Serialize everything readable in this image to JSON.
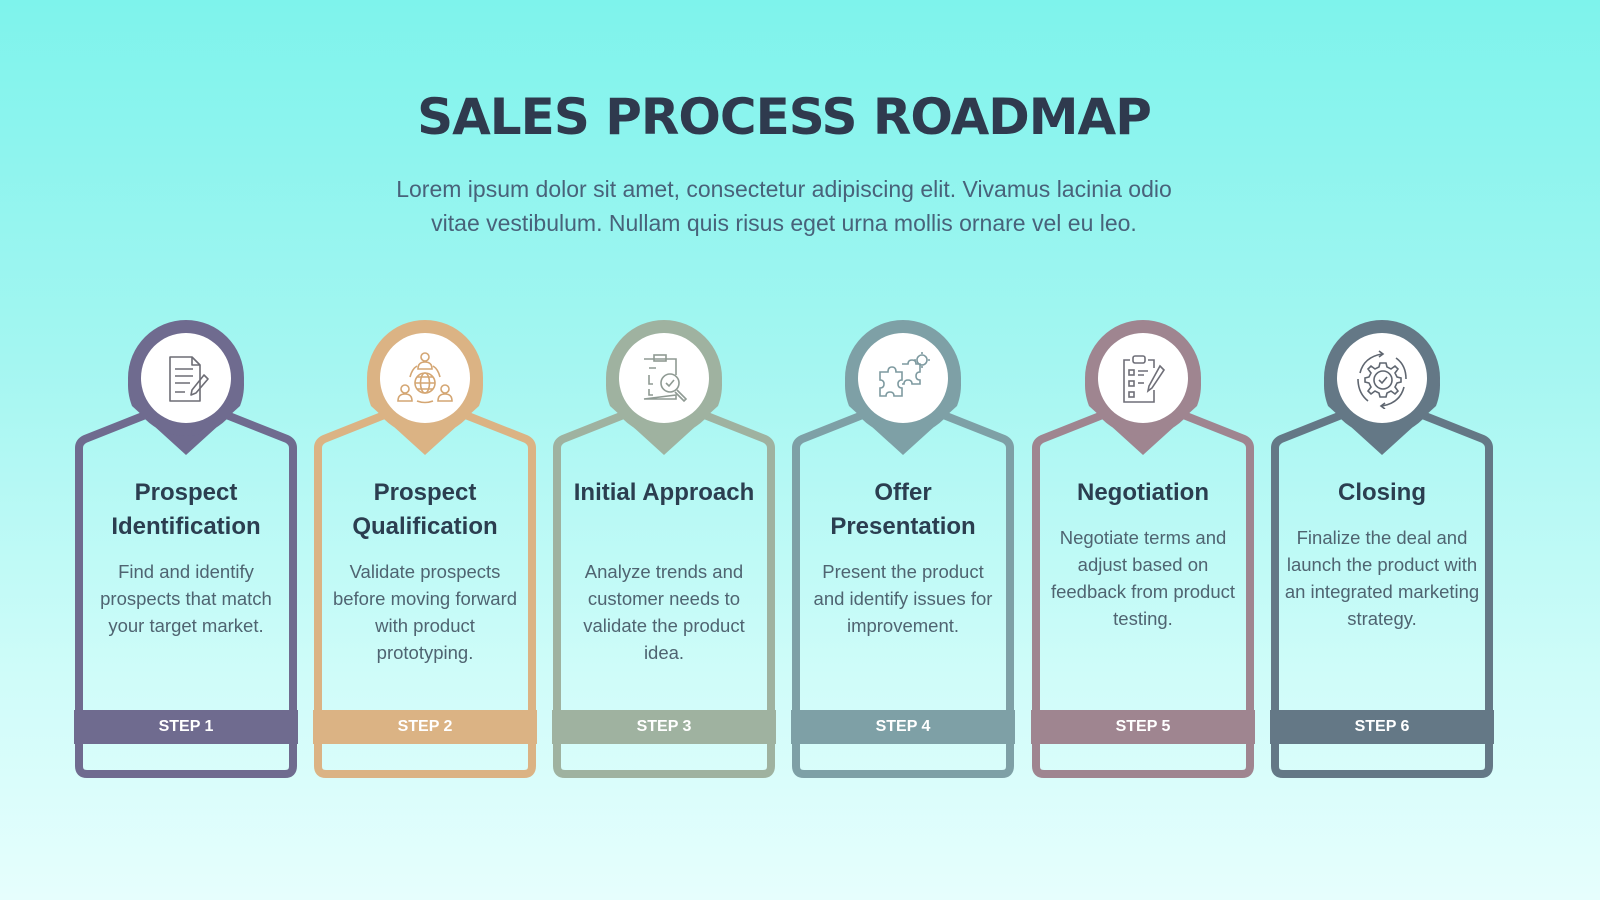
{
  "header": {
    "title": "SALES PROCESS ROADMAP",
    "subtitle": "Lorem ipsum dolor sit amet, consectetur adipiscing elit. Vivamus lacinia odio vitae vestibulum. Nullam quis risus eget urna mollis ornare vel eu leo."
  },
  "steps": [
    {
      "title": "Prospect Identification",
      "description": "Find and identify prospects that match your target market.",
      "step_label": "STEP 1",
      "icon": "document-pencil-icon",
      "color": "#6f6b8f"
    },
    {
      "title": "Prospect Qualification",
      "description": "Validate prospects before moving forward with product prototyping.",
      "step_label": "STEP 2",
      "icon": "global-network-icon",
      "color": "#dbb384"
    },
    {
      "title": "Initial Approach",
      "description": "Analyze trends and customer needs to validate the product idea.",
      "step_label": "STEP 3",
      "icon": "clipboard-magnifier-icon",
      "color": "#9fb2a0"
    },
    {
      "title": "Offer Presentation",
      "description": "Present the product and identify issues for improvement.",
      "step_label": "STEP 4",
      "icon": "puzzle-gear-icon",
      "color": "#7ea0a6"
    },
    {
      "title": "Negotiation",
      "description": "Negotiate terms and adjust based on feedback from product testing.",
      "step_label": "STEP 5",
      "icon": "checklist-pencil-icon",
      "color": "#9f8590"
    },
    {
      "title": "Closing",
      "description": "Finalize the deal and launch the product with an integrated marketing strategy.",
      "step_label": "STEP 6",
      "icon": "gear-check-cycle-icon",
      "color": "#647886"
    }
  ]
}
